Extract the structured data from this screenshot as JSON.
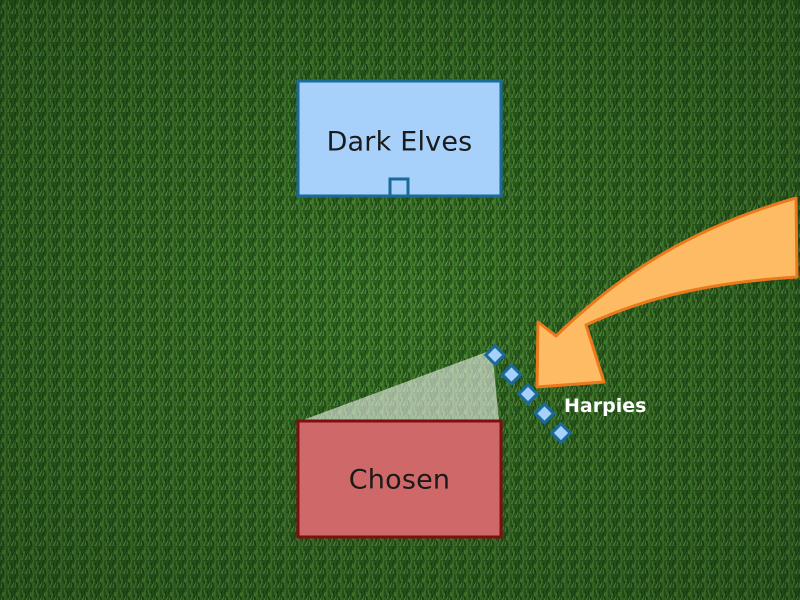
{
  "units": {
    "dark_elves": {
      "label": "Dark Elves",
      "fill": "#a7d0fb",
      "stroke": "#1a6b9a",
      "text_color": "#1a1a1a"
    },
    "chosen": {
      "label": "Chosen",
      "fill": "#cf6868",
      "stroke": "#7d0f0f",
      "text_color": "#1a1a1a"
    },
    "harpies": {
      "label": "Harpies",
      "model_count": 5,
      "fill": "#a7d0fb",
      "stroke": "#1a6b9a",
      "label_color": "#ffffff"
    }
  },
  "annotations": {
    "arrow": {
      "fill": "#fdbb63",
      "stroke": "#ec7a1c",
      "meaning": "harpies charge direction"
    },
    "vision_arc": {
      "fill": "#ffffff",
      "opacity": 0.55
    }
  },
  "background": {
    "surface": "grass",
    "base_color": "#2e6220"
  }
}
